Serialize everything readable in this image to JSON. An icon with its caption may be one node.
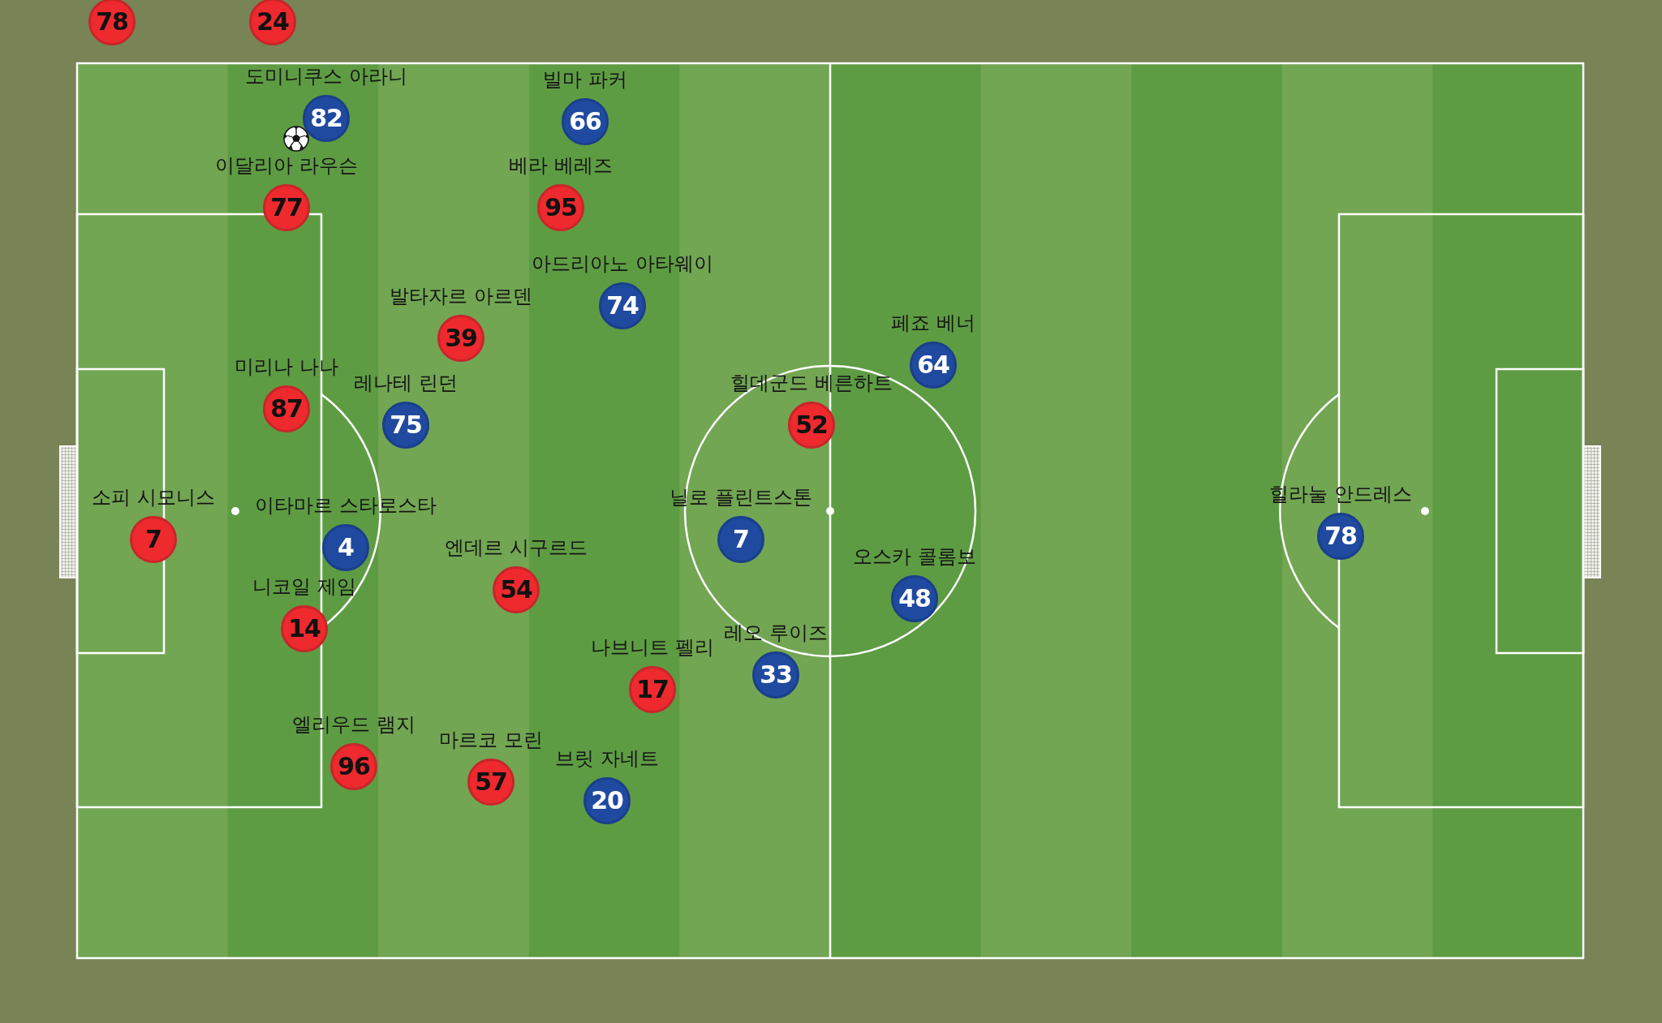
{
  "diagram": {
    "nodes": [
      {
        "text": [
          "78"
        ]
      },
      {
        "text": [
          "24"
        ]
      },
      {
        "text": [
          "82"
        ],
        "beside": [
          "도미니쿠스 아라니"
        ]
      },
      {
        "text": [
          "66"
        ],
        "beside": [
          "빌마 파커"
        ]
      },
      {
        "text": [
          "77"
        ],
        "beside": [
          "이달리아 라우슨"
        ]
      },
      {
        "text": [
          "95"
        ],
        "beside": [
          "베라 베레즈"
        ]
      },
      {
        "text": [
          "74"
        ],
        "beside": [
          "아드리아노 아타웨이"
        ]
      },
      {
        "text": [
          "39"
        ],
        "beside": [
          "발타자르 아르덴"
        ]
      },
      {
        "text": [
          "64"
        ],
        "beside": [
          "페죠 베너"
        ]
      },
      {
        "text": [
          "87"
        ],
        "beside": [
          "미리나 나나"
        ]
      },
      {
        "text": [
          "75"
        ],
        "beside": [
          "레나테 린던"
        ]
      },
      {
        "text": [
          "52"
        ],
        "beside": [
          "힐데군드 베른하트"
        ]
      },
      {
        "text": [
          "7"
        ],
        "beside": [
          "소피 시모니스"
        ]
      },
      {
        "text": [
          "7"
        ],
        "beside": [
          "닐로 플린트스톤"
        ]
      },
      {
        "text": [
          "4"
        ],
        "beside": [
          "이타마르 스타로스타"
        ]
      },
      {
        "text": [
          "78"
        ],
        "beside": [
          "힐라눌 안드레스"
        ]
      },
      {
        "text": [
          "54"
        ],
        "beside": [
          "엔데르 시구르드"
        ]
      },
      {
        "text": [
          "48"
        ],
        "beside": [
          "오스카 콜롬보"
        ]
      },
      {
        "text": [
          "14"
        ],
        "beside": [
          "니코일 제임"
        ]
      },
      {
        "text": [
          "33"
        ],
        "beside": [
          "레오 루이즈"
        ]
      },
      {
        "text": [
          "17"
        ],
        "beside": [
          "나브니트 펠리"
        ]
      },
      {
        "text": [
          "96"
        ],
        "beside": [
          "엘리우드 램지"
        ]
      },
      {
        "text": [
          "57"
        ],
        "beside": [
          "마르코 모린"
        ]
      },
      {
        "text": [
          "20"
        ],
        "beside": [
          "브릿 자네트"
        ]
      }
    ]
  }
}
